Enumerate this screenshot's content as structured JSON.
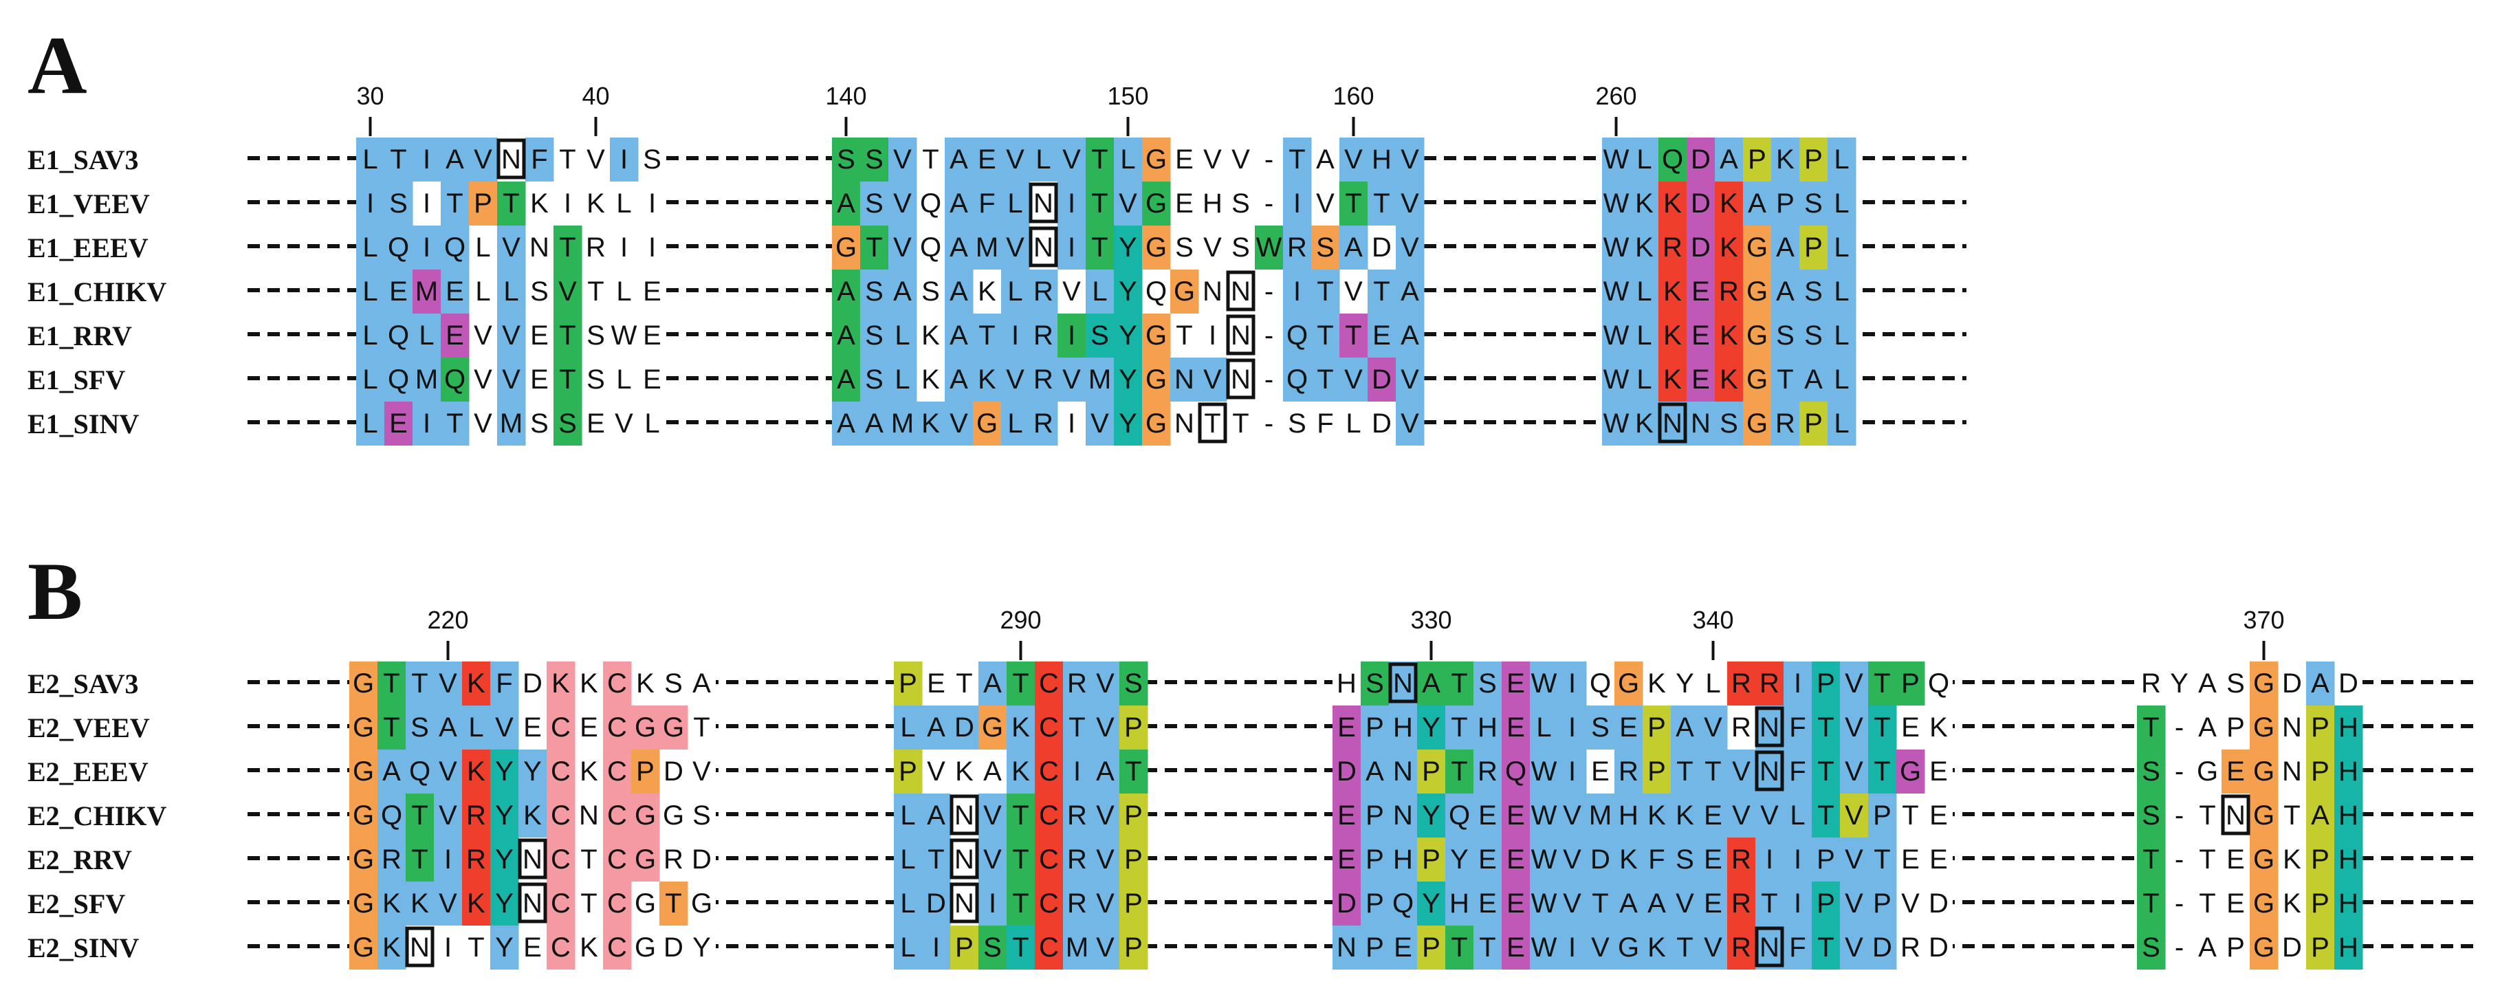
{
  "colors": {
    "blue": "#72b7e6",
    "green": "#2cb456",
    "orange": "#f5a04f",
    "olive": "#c3cd2e",
    "magenta": "#c058b8",
    "red": "#ef3e2c",
    "teal": "#16b5a8",
    "pink": "#f59aa2",
    "none": null
  },
  "panels": [
    {
      "label": "A",
      "names": [
        "E1_SAV3",
        "E1_VEEV",
        "E1_EEEV",
        "E1_CHIKV",
        "E1_RRV",
        "E1_SFV",
        "E1_SINV"
      ],
      "blocks": [
        {
          "positions": [
            {
              "col": 0,
              "label": "30"
            },
            {
              "col": 8,
              "label": "40"
            }
          ],
          "rows": [
            "LTIAVNFTVIS",
            "ISITPTKIKLI",
            "LQIQLVNTRII",
            "LEMELLSVTLE",
            "LQLEVVETSWE",
            "LQMQVVETSLE",
            "LEITVMSSEVL"
          ],
          "colors": [
            "bbbbb.b..b.",
            "bb.bog.....",
            "bbbb.b.g...",
            "bbmb.b.g...",
            "bbbm.b.g...",
            "bbbg.b.g...",
            "bmbb.b.g..."
          ],
          "boxes": [
            [
              0,
              5
            ]
          ]
        },
        {
          "positions": [
            {
              "col": 0,
              "label": "140"
            },
            {
              "col": 10,
              "label": "150"
            },
            {
              "col": 18,
              "label": "160"
            }
          ],
          "rows": [
            "SSVTAEVLVTLGEVV-TAVHV",
            "ASVQAFLNITVGEHS-IVTTV",
            "GTVQAMVNITYGSVSWRSADV",
            "ASASAKLRVLYQGNN-ITVTA",
            "ASLKATIRISYGTIN-QTTEA",
            "ASLKAKVRVMYGNVN-QTVDV",
            "AAMKVGLRIVYGNTT-SFLDV"
          ],
          "colors": [
            "ggb.bbbbbgbo....b.bbb",
            "gbb.bbb.bgbg....b.gbb",
            "ogb.bbb.bgto...gbob.b",
            "gbb.b.bb.bt.o...bb.bb",
            "gbb.bbbbgtto....bbmbb",
            "gbb.bbbbbbtobb..bbbmb",
            "bbbbbobb.bto........bmb"
          ],
          "boxes": [
            [
              0,
              -1
            ],
            [
              1,
              7
            ],
            [
              2,
              7
            ],
            [
              3,
              14
            ],
            [
              4,
              14
            ],
            [
              5,
              14
            ],
            [
              6,
              13
            ]
          ]
        },
        {
          "positions": [
            {
              "col": 0,
              "label": "260"
            }
          ],
          "rows": [
            "WLQDAPKPL",
            "WKKDKAPSL",
            "WKRDKGAPL",
            "WLKERGASL",
            "WLKEKGSSL",
            "WLKEKGTAL",
            "WKNNSGRPL"
          ],
          "colors": [
            "bbgmbybyb",
            "bbrmrbbbb",
            "bbrmrobyb",
            "bbrmrobbb",
            "bbrmrobbb",
            "bbrmrobbb",
            "bbbbbobyb"
          ],
          "boxes": [
            [
              6,
              2
            ]
          ]
        }
      ]
    },
    {
      "label": "B",
      "names": [
        "E2_SAV3",
        "E2_VEEV",
        "E2_EEEV",
        "E2_CHIKV",
        "E2_RRV",
        "E2_SFV",
        "E2_SINV"
      ],
      "blocks": [
        {
          "positions": [
            {
              "col": 3,
              "label": "220"
            }
          ],
          "rows": [
            "GTTVKFDKKCKSA",
            "GTSALVECECGGT",
            "GAQVKYYCKCPDV",
            "GQTVRYKCNCGGS",
            "GRTIRYNCTCGRD",
            "GKKVKYNCTCGTG",
            "GKNITYECKCGDY"
          ],
          "colors": [
            "ogbbrb.p.p...",
            "ogbbbb.p.ppp.",
            "obbbrtbp.po..",
            "obgbrtbp.pp..",
            "obgbrt.p.pp..",
            "obbbrt.p.p.o.",
            "ob...b.p.p..."
          ],
          "boxes": [
            [
              4,
              6
            ],
            [
              5,
              6
            ],
            [
              6,
              2
            ]
          ]
        },
        {
          "positions": [
            {
              "col": 4,
              "label": "290"
            }
          ],
          "rows": [
            "PETATCRVS",
            "LADGKCTVP",
            "PVKAKCIAT",
            "LANVTCRVP",
            "LTNVTCRVP",
            "LDNITCRVP",
            "LIPSTCMVP"
          ],
          "colors": [
            "y..bgrbbg",
            "bbbobrbby",
            "y...brbbg",
            "bb.bgrbby",
            "bb.bgrbby",
            "bb.bgrbby",
            "bbygtrbby"
          ],
          "boxes": [
            [
              3,
              2
            ],
            [
              4,
              2
            ],
            [
              5,
              2
            ]
          ]
        },
        {
          "positions": [
            {
              "col": 3,
              "label": "330"
            },
            {
              "col": 13,
              "label": "340"
            }
          ],
          "rows": [
            "HSNATSEWIQGKYLRRIPVTPQ",
            "EPHYTHELISEPAVRNFTVTEK",
            "DANPTRQWIERPTTVNFTVTGE",
            "EPNYQEEWVMHKKEVVLTVPTE",
            "EPHPYEEWVDKFSERIIPVTEE",
            "DPQYHEEWVTAAVERTIPVPVD",
            "NPEPTTEWIVGKTVRNFTVDRD"
          ],
          "colors": [
            ".gbggbmbb.o...rrbtbgg",
            "mbbtbbmbbbbybb.bbtbt..",
            "mbbygbmbb.bybbbbbtbtm.",
            "mbbtbbmbbbbbbbbbbtyb..",
            "mbbybbmbbbbbbbrbbbbb..",
            "mbbtbbmbbbbbbbrbbtbb..",
            "bbbygbmbbbbbbbrbbtbb..."
          ],
          "boxes": [
            [
              0,
              2
            ],
            [
              1,
              15
            ],
            [
              2,
              15
            ],
            [
              6,
              15
            ]
          ]
        },
        {
          "positions": [
            {
              "col": 4,
              "label": "370"
            }
          ],
          "rows": [
            "RYASGDAD",
            "T-APGNPH",
            "S-GEGNPH",
            "S-TNGTAH",
            "T-TEGKPH",
            "T-TEGKPH",
            "S-APGDPH"
          ],
          "colors": [
            "....o.b.",
            "g...o.yt",
            "g..oo.yt",
            "g...o.yt",
            "g...o.yt",
            "g...o.yt",
            "g...o.yt"
          ],
          "boxes": [
            [
              3,
              3
            ]
          ]
        }
      ]
    }
  ]
}
